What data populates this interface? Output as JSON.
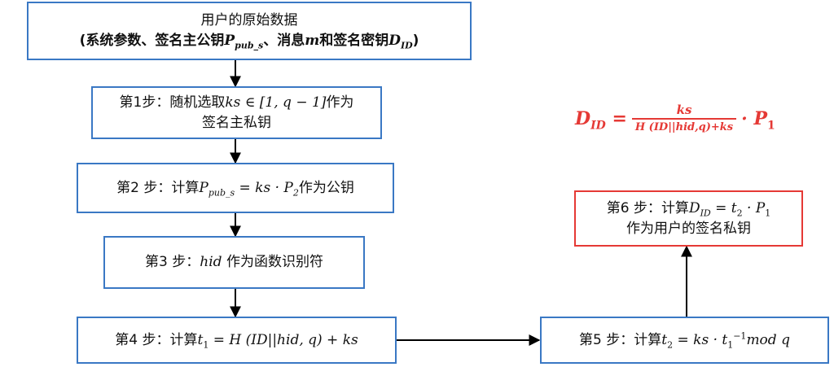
{
  "box_input": {
    "title": "用户的原始数据",
    "desc_prefix": "(系统参数、签名主公钥",
    "desc_p": "P",
    "desc_p_sub": "pub_s",
    "desc_mid": "、消息",
    "desc_m": "m",
    "desc_and": "和签名密钥",
    "desc_d": "D",
    "desc_d_sub": "ID",
    "desc_suffix": ")"
  },
  "step1": {
    "label": "第1步：",
    "text_a": "随机选取",
    "math": "ks ∈ [1, q − 1]",
    "text_b": "作为",
    "line2": "签名主私钥"
  },
  "step2": {
    "label": "第2 步：",
    "text_a": "计算",
    "p": "P",
    "p_sub": "pub_s",
    "eq": " = ks · P",
    "eq_sub": "2",
    "text_b": "作为公钥"
  },
  "step3": {
    "label": "第3 步：",
    "math": "hid",
    "text": " 作为函数识别符"
  },
  "step4": {
    "label": "第4 步：",
    "text_a": "计算",
    "t": "t",
    "t_sub": "1",
    "eq": " = H (ID||hid, q) + ks"
  },
  "step5": {
    "label": "第5 步：",
    "text_a": "计算",
    "t": "t",
    "t_sub": "2",
    "eq_a": " = ks · t",
    "eq_sub": "1",
    "eq_sup": "−1",
    "eq_b": "mod q"
  },
  "step6": {
    "label": "第6 步：",
    "text_a": "计算",
    "d": "D",
    "d_sub": "ID",
    "eq": " = t",
    "eq_sub": "2",
    "eq_b": " · P",
    "eq_sub2": "1",
    "line2": "作为用户的签名私钥"
  },
  "formula": {
    "lhs": "D",
    "lhs_sub": "ID",
    "equals": " = ",
    "numerator": "ks",
    "denominator": "H (ID||hid,q)+ks",
    "dot": "· P",
    "rhs_sub": "1"
  },
  "colors": {
    "box_border": "#3a78c4",
    "highlight": "#e53935",
    "arrow": "#000000"
  }
}
